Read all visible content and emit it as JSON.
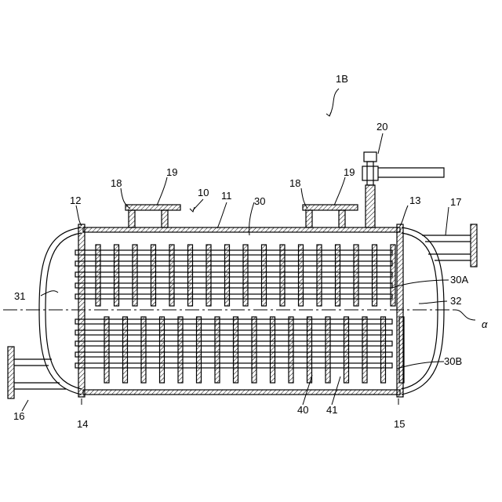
{
  "figure": {
    "id_label": "1B",
    "axis_label": "α"
  },
  "labels": {
    "l10": "10",
    "l11": "11",
    "l12": "12",
    "l13": "13",
    "l14": "14",
    "l15": "15",
    "l16": "16",
    "l17": "17",
    "l18a": "18",
    "l18b": "18",
    "l19a": "19",
    "l19b": "19",
    "l20": "20",
    "l30": "30",
    "l30a": "30A",
    "l30b": "30B",
    "l31": "31",
    "l32": "32",
    "l40": "40",
    "l41": "41"
  },
  "colors": {
    "line": "#000000",
    "hatch": "#000000",
    "background": "#ffffff"
  }
}
